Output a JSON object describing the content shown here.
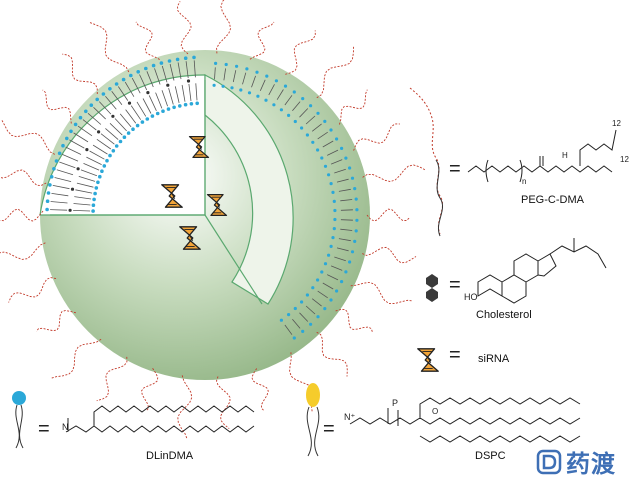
{
  "labels": {
    "peg": "PEG-C-DMA",
    "cholesterol": "Cholesterol",
    "sirna": "siRNA",
    "dlindma": "DLinDMA",
    "dspc": "DSPC"
  },
  "equals": "=",
  "chem": {
    "peg_n": "n",
    "peg_12a": "12",
    "peg_12b": "12",
    "chol_ho": "HO",
    "nh": "H",
    "n": "N",
    "n_plus": "N⁺",
    "p": "P",
    "o": "O"
  },
  "watermark": "药渡",
  "colors": {
    "sphere": "#9fc090",
    "shell": "#5aa86f",
    "siRNA": "#f2a53a",
    "head_blue": "#2ba8d8",
    "head_yellow": "#f5cc2b",
    "peg_red": "#c23a2a",
    "brand_blue": "#3e6fb5"
  }
}
